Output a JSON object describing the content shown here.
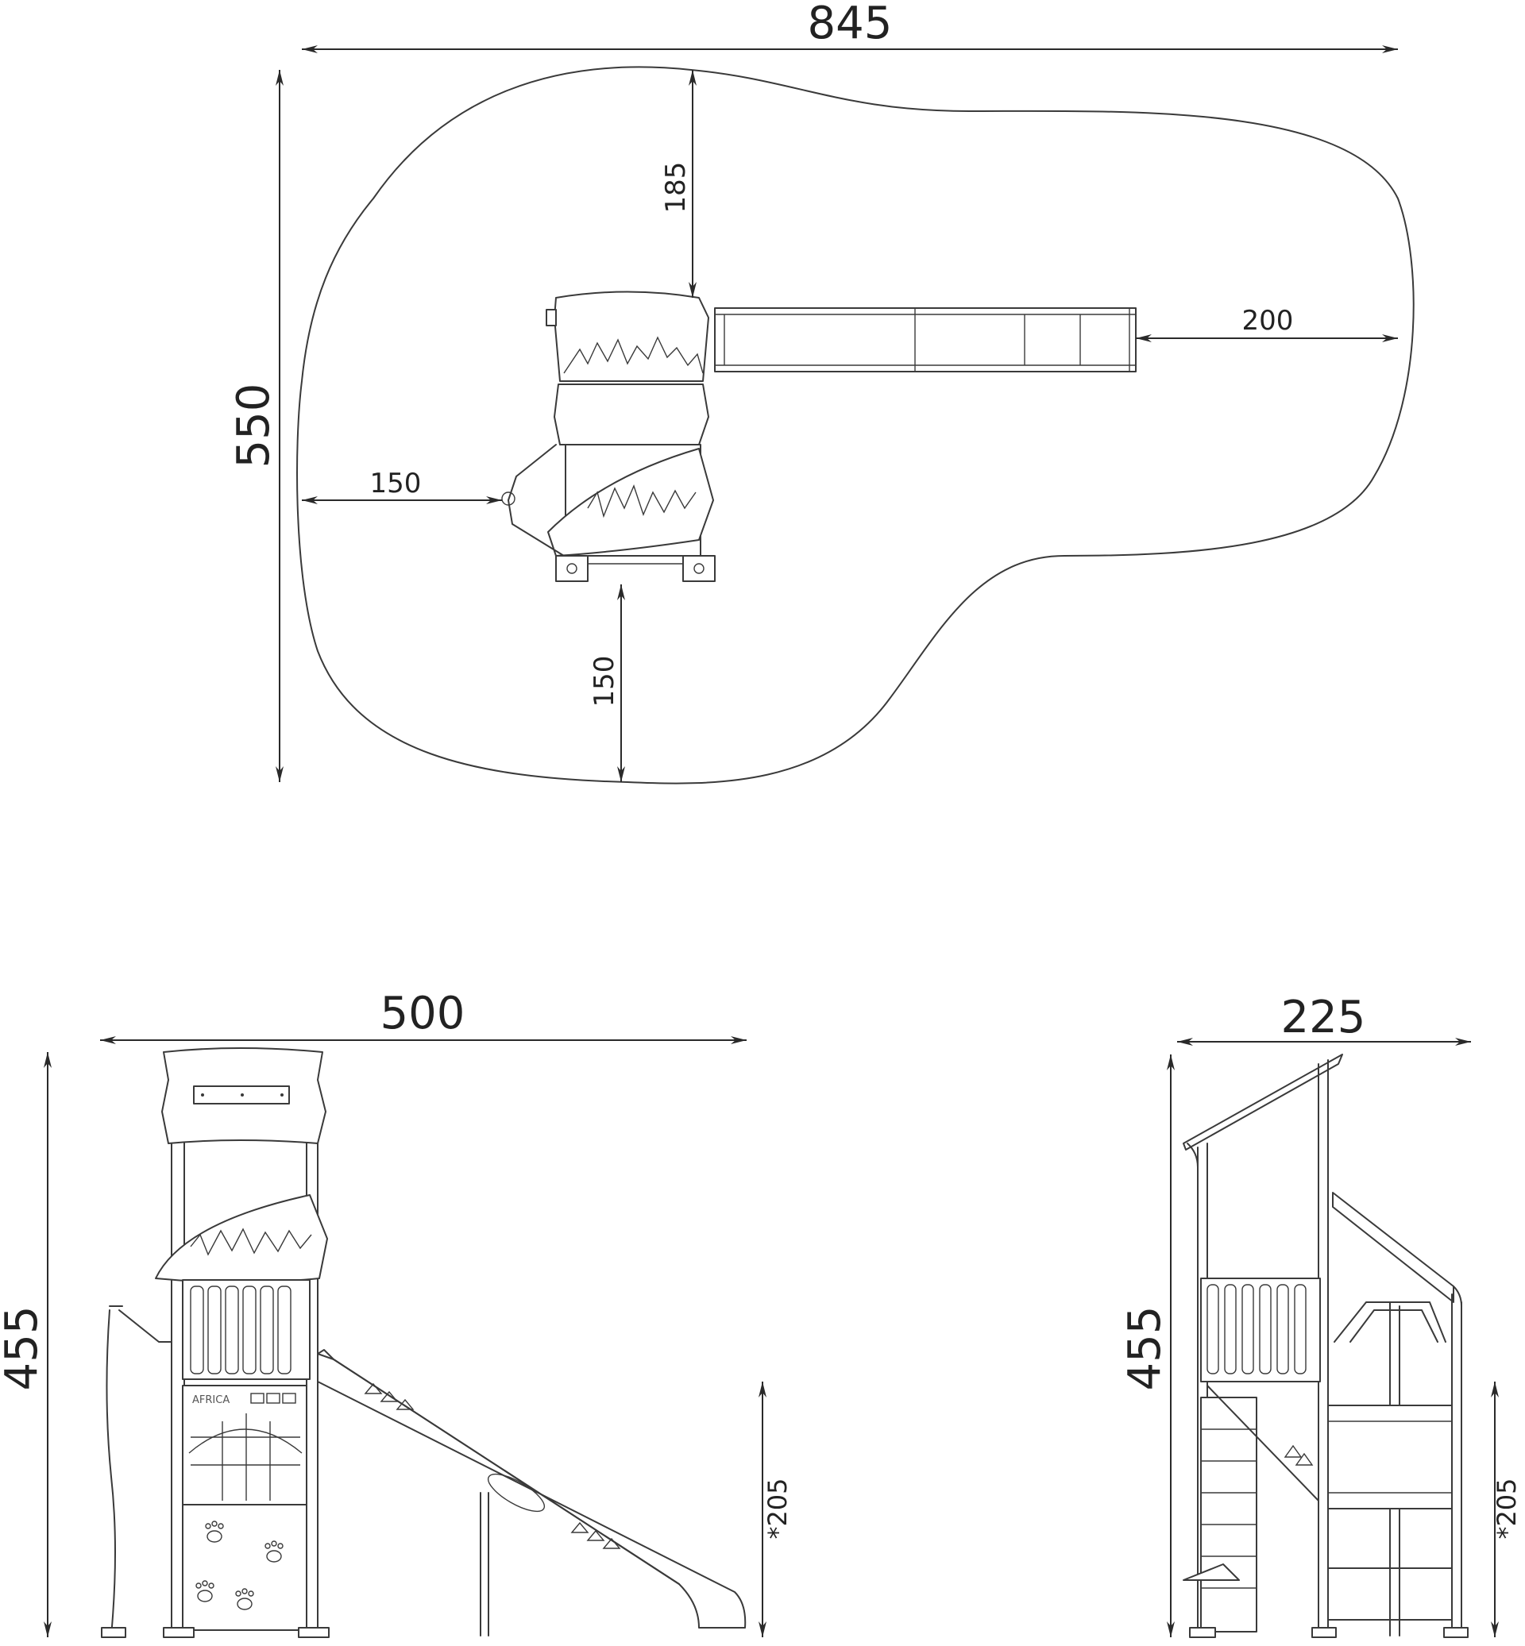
{
  "plan_view": {
    "overall_length": "845",
    "overall_width": "550",
    "dim_top_gap": "185",
    "dim_slide_clearance": "200",
    "dim_left_clearance": "150",
    "dim_bottom_clearance": "150"
  },
  "front_view": {
    "overall_width": "500",
    "overall_height": "455",
    "platform_height": "*205",
    "sign_text": "AFRICA"
  },
  "side_view": {
    "overall_depth": "225",
    "overall_height": "455",
    "platform_height": "*205"
  }
}
